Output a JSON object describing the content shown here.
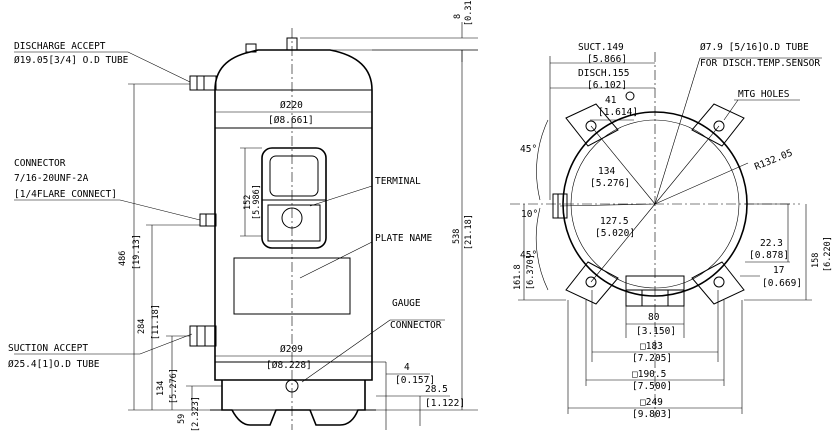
{
  "side_view": {
    "discharge_title": "DISCHARGE ACCEPT",
    "discharge_size": "Ø19.05[3/4] O.D TUBE",
    "connector_title": "CONNECTOR",
    "connector_thread": "7/16-20UNF-2A",
    "connector_note": "[1/4FLARE CONNECT]",
    "suction_title": "SUCTION ACCEPT",
    "suction_size": "Ø25.4[1]O.D TUBE",
    "terminal": "TERMINAL",
    "plate_name": "PLATE NAME",
    "gauge_1": "GAUGE",
    "gauge_2": "CONNECTOR",
    "dim_top": "8",
    "dim_top_in": "[0.31]",
    "dia_220": "Ø220",
    "dia_220_in": "[Ø8.661]",
    "h_152": "152",
    "h_152_in": "[5.986]",
    "h_538": "538",
    "h_538_in": "[21.18]",
    "h_486": "486",
    "h_486_in": "[19.13]",
    "h_284": "284",
    "h_284_in": "[11.18]",
    "h_134": "134",
    "h_134_in": "[5.276]",
    "h_59": "59",
    "h_59_in": "[2.323]",
    "dia_209": "Ø209",
    "dia_209_in": "[Ø8.228]",
    "w_4": "4",
    "w_4_in": "[0.157]",
    "w_285": "28.5",
    "w_285_in": "[1.122]"
  },
  "top_view": {
    "suct": "SUCT.149",
    "suct_in": "[5.866]",
    "disch": "DISCH.155",
    "disch_in": "[6.102]",
    "d41": "41",
    "d41_in": "[1.614]",
    "tube": "Ø7.9 [5/16]O.D TUBE",
    "tube_note": "FOR DISCH.TEMP.SENSOR",
    "mtg": "MTG HOLES",
    "a45_top": "45°",
    "d134": "134",
    "d134_in": "[5.276]",
    "r132": "R132.05",
    "a10": "10°",
    "d127": "127.5",
    "d127_in": "[5.020]",
    "a45_bot": "45°",
    "d1618": "161.8",
    "d1618_in": "[6.370]",
    "d223": "22.3",
    "d223_in": "[0.878]",
    "d158": "158",
    "d158_in": "[6.220]",
    "d17": "17",
    "d17_in": "[0.669]",
    "d80": "80",
    "d80_in": "[3.150]",
    "d183": "□183",
    "d183_in": "[7.205]",
    "d1905": "□190.5",
    "d1905_in": "[7.500]",
    "d249": "□249",
    "d249_in": "[9.803]"
  }
}
